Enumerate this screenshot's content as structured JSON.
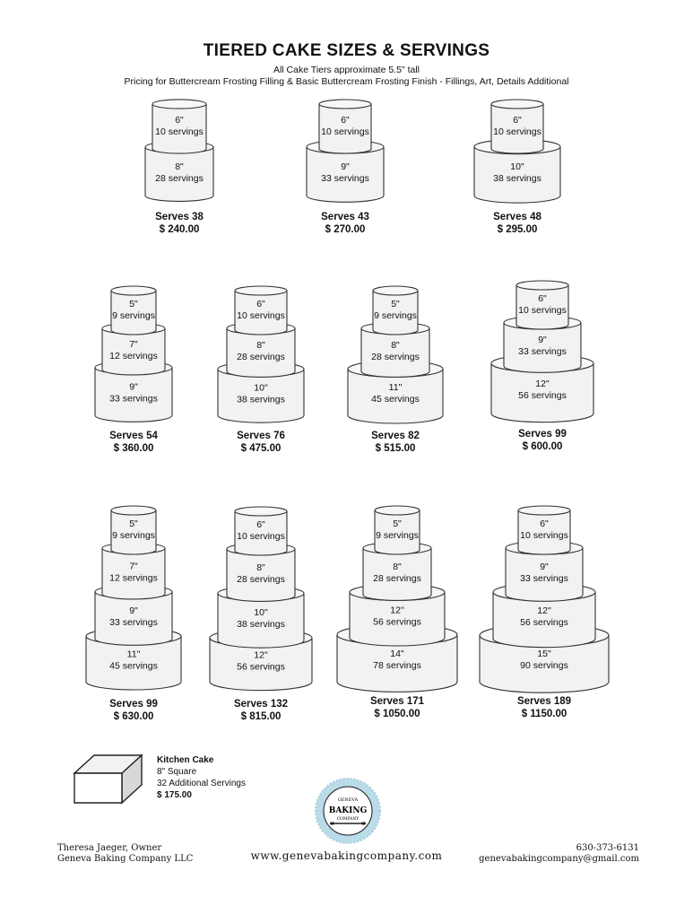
{
  "header": {
    "title": "TIERED CAKE SIZES & SERVINGS",
    "subtitle1": "All Cake Tiers approximate 5.5\" tall",
    "subtitle2": "Pricing for Buttercream Frosting Filling & Basic Buttercream Frosting Finish - Fillings, Art, Details Additional"
  },
  "cakes": [
    {
      "serves": "Serves 38",
      "price": "$ 240.00",
      "tiers": [
        {
          "size": "6\"",
          "servings": "10 servings"
        },
        {
          "size": "8\"",
          "servings": "28 servings"
        }
      ]
    },
    {
      "serves": "Serves 43",
      "price": "$ 270.00",
      "tiers": [
        {
          "size": "6\"",
          "servings": "10 servings"
        },
        {
          "size": "9\"",
          "servings": "33 servings"
        }
      ]
    },
    {
      "serves": "Serves 48",
      "price": "$ 295.00",
      "tiers": [
        {
          "size": "6\"",
          "servings": "10 servings"
        },
        {
          "size": "10\"",
          "servings": "38 servings"
        }
      ]
    },
    {
      "serves": "Serves 54",
      "price": "$ 360.00",
      "tiers": [
        {
          "size": "5\"",
          "servings": "9 servings"
        },
        {
          "size": "7\"",
          "servings": "12 servings"
        },
        {
          "size": "9\"",
          "servings": "33 servings"
        }
      ]
    },
    {
      "serves": "Serves 76",
      "price": "$ 475.00",
      "tiers": [
        {
          "size": "6\"",
          "servings": "10 servings"
        },
        {
          "size": "8\"",
          "servings": "28 servings"
        },
        {
          "size": "10\"",
          "servings": "38 servings"
        }
      ]
    },
    {
      "serves": "Serves 82",
      "price": "$ 515.00",
      "tiers": [
        {
          "size": "5\"",
          "servings": "9 servings"
        },
        {
          "size": "8\"",
          "servings": "28 servings"
        },
        {
          "size": "11\"",
          "servings": "45 servings"
        }
      ]
    },
    {
      "serves": "Serves 99",
      "price": "$ 600.00",
      "tiers": [
        {
          "size": "6\"",
          "servings": "10 servings"
        },
        {
          "size": "9\"",
          "servings": "33 servings"
        },
        {
          "size": "12\"",
          "servings": "56 servings"
        }
      ]
    },
    {
      "serves": "Serves 99",
      "price": "$ 630.00",
      "tiers": [
        {
          "size": "5\"",
          "servings": "9 servings"
        },
        {
          "size": "7\"",
          "servings": "12 servings"
        },
        {
          "size": "9\"",
          "servings": "33 servings"
        },
        {
          "size": "11\"",
          "servings": "45 servings"
        }
      ]
    },
    {
      "serves": "Serves 132",
      "price": "$ 815.00",
      "tiers": [
        {
          "size": "6\"",
          "servings": "10 servings"
        },
        {
          "size": "8\"",
          "servings": "28 servings"
        },
        {
          "size": "10\"",
          "servings": "38 servings"
        },
        {
          "size": "12\"",
          "servings": "56 servings"
        }
      ]
    },
    {
      "serves": "Serves 171",
      "price": "$ 1050.00",
      "tiers": [
        {
          "size": "5\"",
          "servings": "9 servings"
        },
        {
          "size": "8\"",
          "servings": "28 servings"
        },
        {
          "size": "12\"",
          "servings": "56 servings"
        },
        {
          "size": "14\"",
          "servings": "78 servings"
        }
      ]
    },
    {
      "serves": "Serves 189",
      "price": "$ 1150.00",
      "tiers": [
        {
          "size": "6\"",
          "servings": "10 servings"
        },
        {
          "size": "9\"",
          "servings": "33 servings"
        },
        {
          "size": "12\"",
          "servings": "56 servings"
        },
        {
          "size": "15\"",
          "servings": "90 servings"
        }
      ]
    }
  ],
  "kitchen_cake": {
    "title": "Kitchen Cake",
    "size": "8\" Square",
    "servings": "32 Additional Servings",
    "price": "$ 175.00"
  },
  "logo": {
    "line1": "GENEVA",
    "line2": "BAKING",
    "line3": "COMPANY",
    "color": "#b9dce8"
  },
  "footer": {
    "owner": "Theresa Jaeger, Owner",
    "company": "Geneva Baking Company LLC",
    "website": "www.genevabakingcompany.com",
    "phone": "630-373-6131",
    "email": "genevabakingcompany@gmail.com"
  }
}
